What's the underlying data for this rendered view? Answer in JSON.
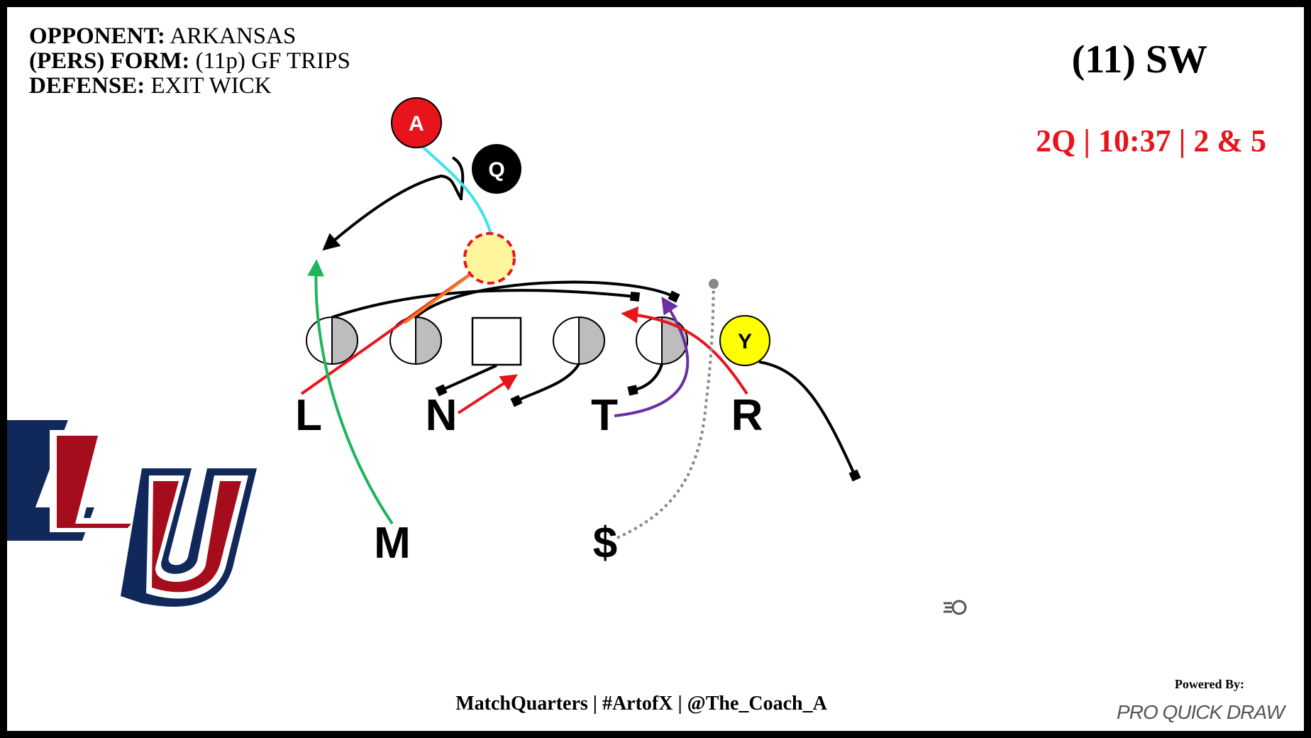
{
  "header": {
    "opponent_key": "OPPONENT:",
    "opponent_val": "ARKANSAS",
    "formation_key": "(PERS) FORM:",
    "formation_val": "(11p) GF TRIPS",
    "defense_key": "DEFENSE:",
    "defense_val": "EXIT WICK"
  },
  "play_title": "(11) SW",
  "situation": "2Q | 10:37 | 2 & 5",
  "offense": {
    "a_label": "A",
    "q_label": "Q",
    "y_label": "Y"
  },
  "defense_labels": {
    "l": "L",
    "n": "N",
    "t": "T",
    "r": "R",
    "m": "M",
    "s": "$"
  },
  "logo_text": "LU",
  "footer": "MatchQuarters | #ArtofX | @The_Coach_A",
  "powered_by": "Powered By:",
  "brand": "PRO QUICK DRAW",
  "colors": {
    "red": "#e8141b",
    "ball_carrier": "#ffff00",
    "mesh_point": "#fff59d",
    "cyan": "#3de3f0",
    "green": "#1db45a",
    "purple": "#6b2fa0",
    "logo_red": "#a50d1c",
    "logo_navy": "#10285a"
  }
}
